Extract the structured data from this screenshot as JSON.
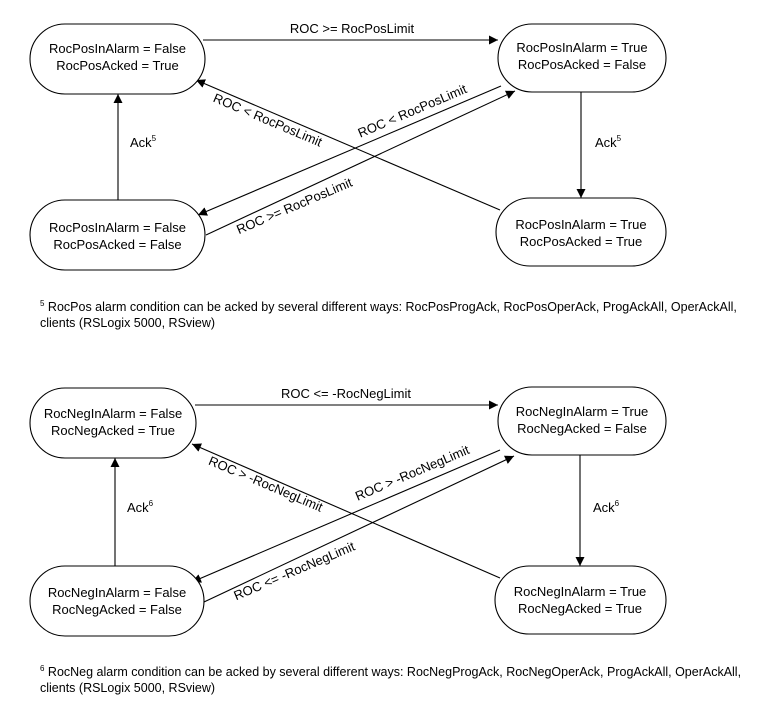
{
  "diagrams": [
    {
      "states": [
        {
          "line1": "RocPosInAlarm = False",
          "line2": "RocPosAcked = True"
        },
        {
          "line1": "RocPosInAlarm = True",
          "line2": "RocPosAcked = False"
        },
        {
          "line1": "RocPosInAlarm = False",
          "line2": "RocPosAcked = False"
        },
        {
          "line1": "RocPosInAlarm = True",
          "line2": "RocPosAcked = True"
        }
      ],
      "transitions": {
        "top": "ROC >= RocPosLimit",
        "left_ack": "Ack",
        "left_ack_sup": "5",
        "right_ack": "Ack",
        "right_ack_sup": "5",
        "diag_down_left": "ROC < RocPosLimit",
        "diag_tr_to_bl": "ROC < RocPosLimit",
        "diag_bl_to_tr": "ROC >= RocPosLimit"
      },
      "footnote": {
        "number": "5",
        "text": " RocPos alarm condition can be acked by several different ways: RocPosProgAck, RocPosOperAck, ProgAckAll, OperAckAll, clients (RSLogix 5000, RSview)"
      }
    },
    {
      "states": [
        {
          "line1": "RocNegInAlarm = False",
          "line2": "RocNegAcked = True"
        },
        {
          "line1": "RocNegInAlarm = True",
          "line2": "RocNegAcked = False"
        },
        {
          "line1": "RocNegInAlarm = False",
          "line2": "RocNegAcked = False"
        },
        {
          "line1": "RocNegInAlarm = True",
          "line2": "RocNegAcked = True"
        }
      ],
      "transitions": {
        "top": "ROC <= -RocNegLimit",
        "left_ack": "Ack",
        "left_ack_sup": "6",
        "right_ack": "Ack",
        "right_ack_sup": "6",
        "diag_down_left": "ROC > -RocNegLimit",
        "diag_tr_to_bl": "ROC > -RocNegLimit",
        "diag_bl_to_tr": "ROC <= -RocNegLimit"
      },
      "footnote": {
        "number": "6",
        "text": " RocNeg alarm condition can be acked by several different ways: RocNegProgAck, RocNegOperAck, ProgAckAll, OperAckAll, clients (RSLogix 5000, RSview)"
      }
    }
  ]
}
